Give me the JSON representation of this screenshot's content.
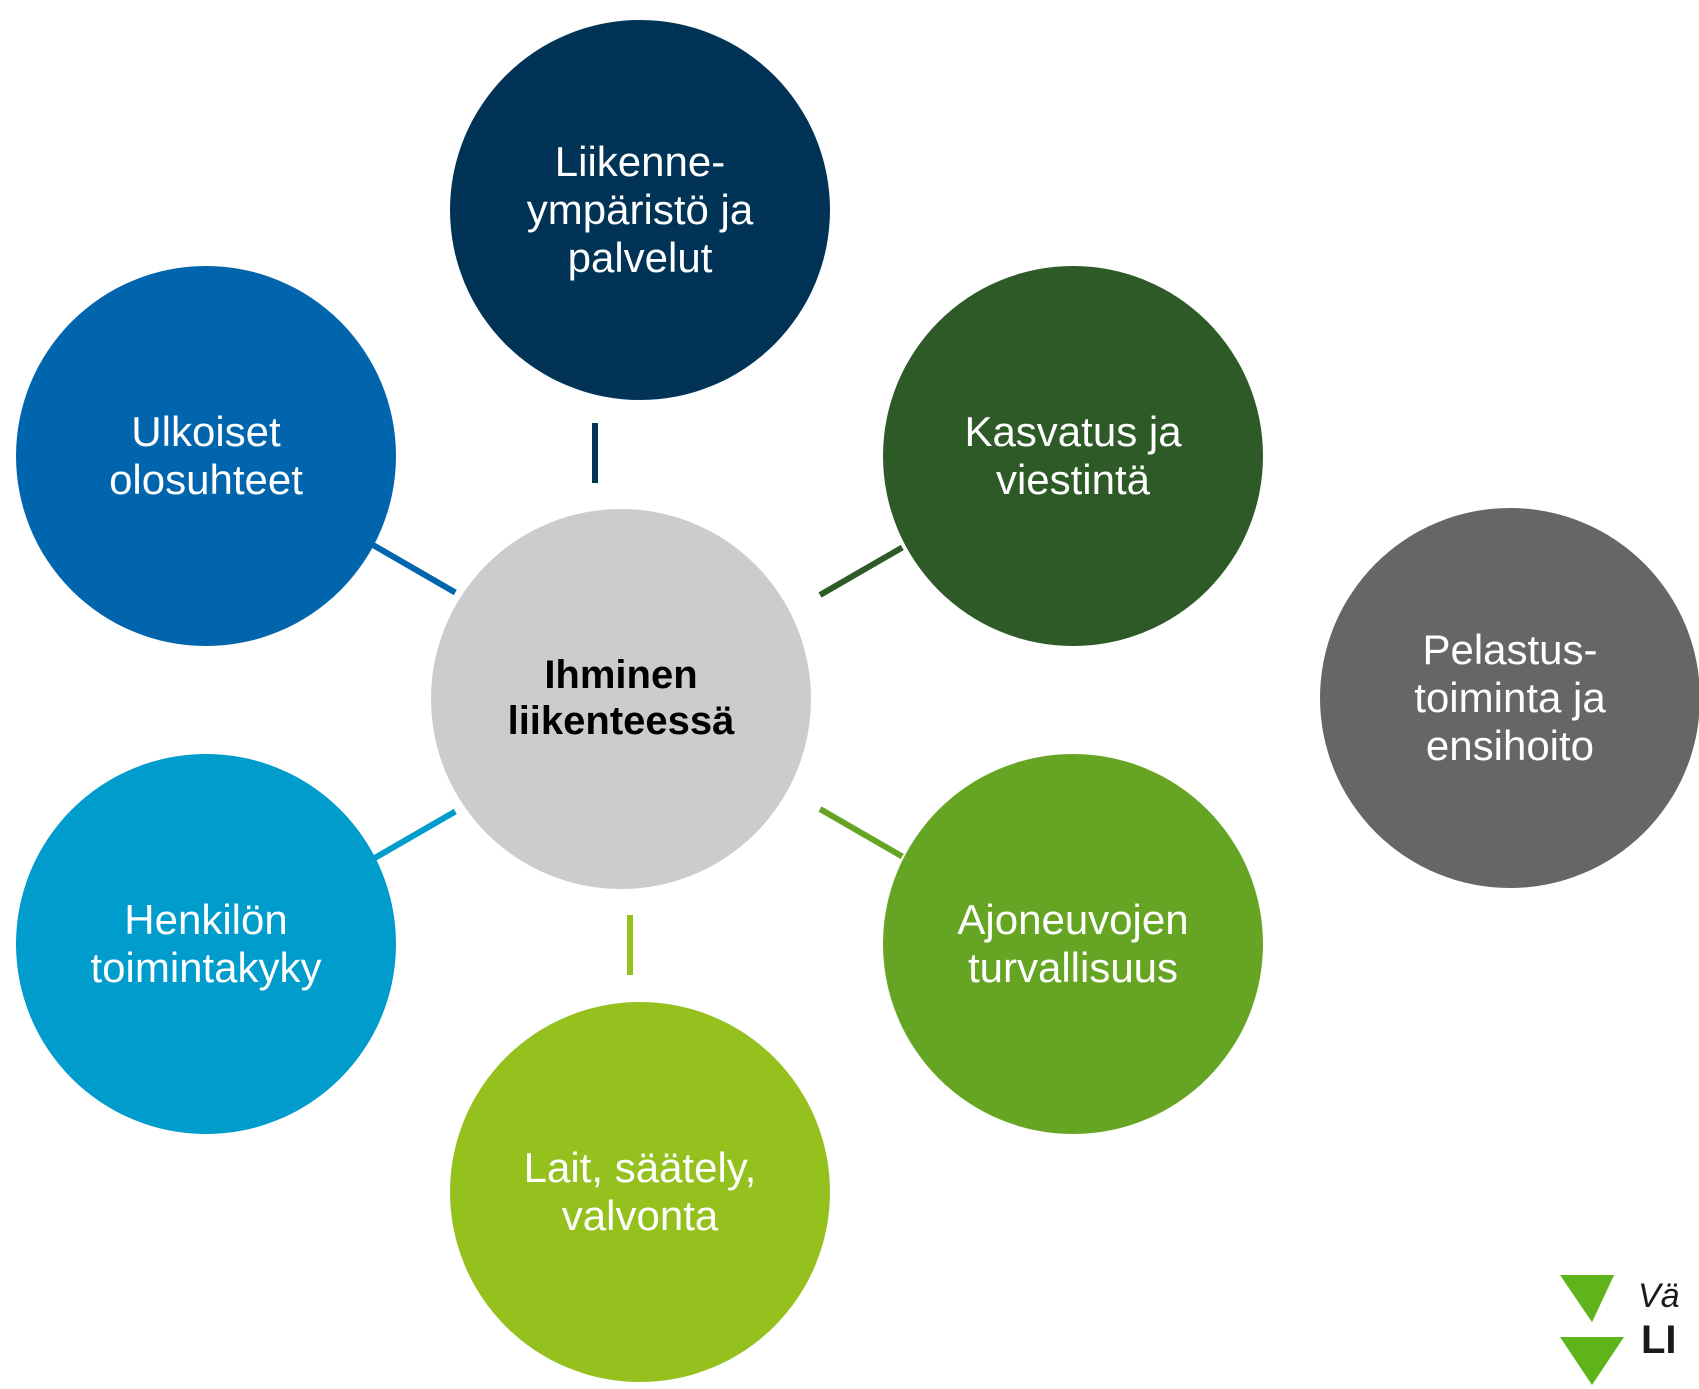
{
  "diagram": {
    "center": {
      "label": "Ihminen\nliikenteessä",
      "color": "#cccccc"
    },
    "nodes": [
      {
        "id": "liikenneymparisto",
        "label": "Liikenne-\nympäristö ja\npalvelut",
        "color": "#003355"
      },
      {
        "id": "kasvatus",
        "label": "Kasvatus ja\nviestintä",
        "color": "#2d5a27"
      },
      {
        "id": "ajoneuvot",
        "label": "Ajoneuvojen\nturvallisuus",
        "color": "#66a523"
      },
      {
        "id": "lait",
        "label": "Lait, säätely,\nvalvonta",
        "color": "#95c11f"
      },
      {
        "id": "henkilo",
        "label": "Henkilön\ntoimintakyky",
        "color": "#009ccc"
      },
      {
        "id": "ulkoiset",
        "label": "Ulkoiset\nolosuhteet",
        "color": "#0065ad"
      }
    ],
    "standalone": {
      "label": "Pelastus-\ntoiminta ja\nensihoito",
      "color": "#666666"
    }
  },
  "logo": {
    "script_text": "Vä",
    "main_text": "LI",
    "green": "#5fb31b"
  }
}
